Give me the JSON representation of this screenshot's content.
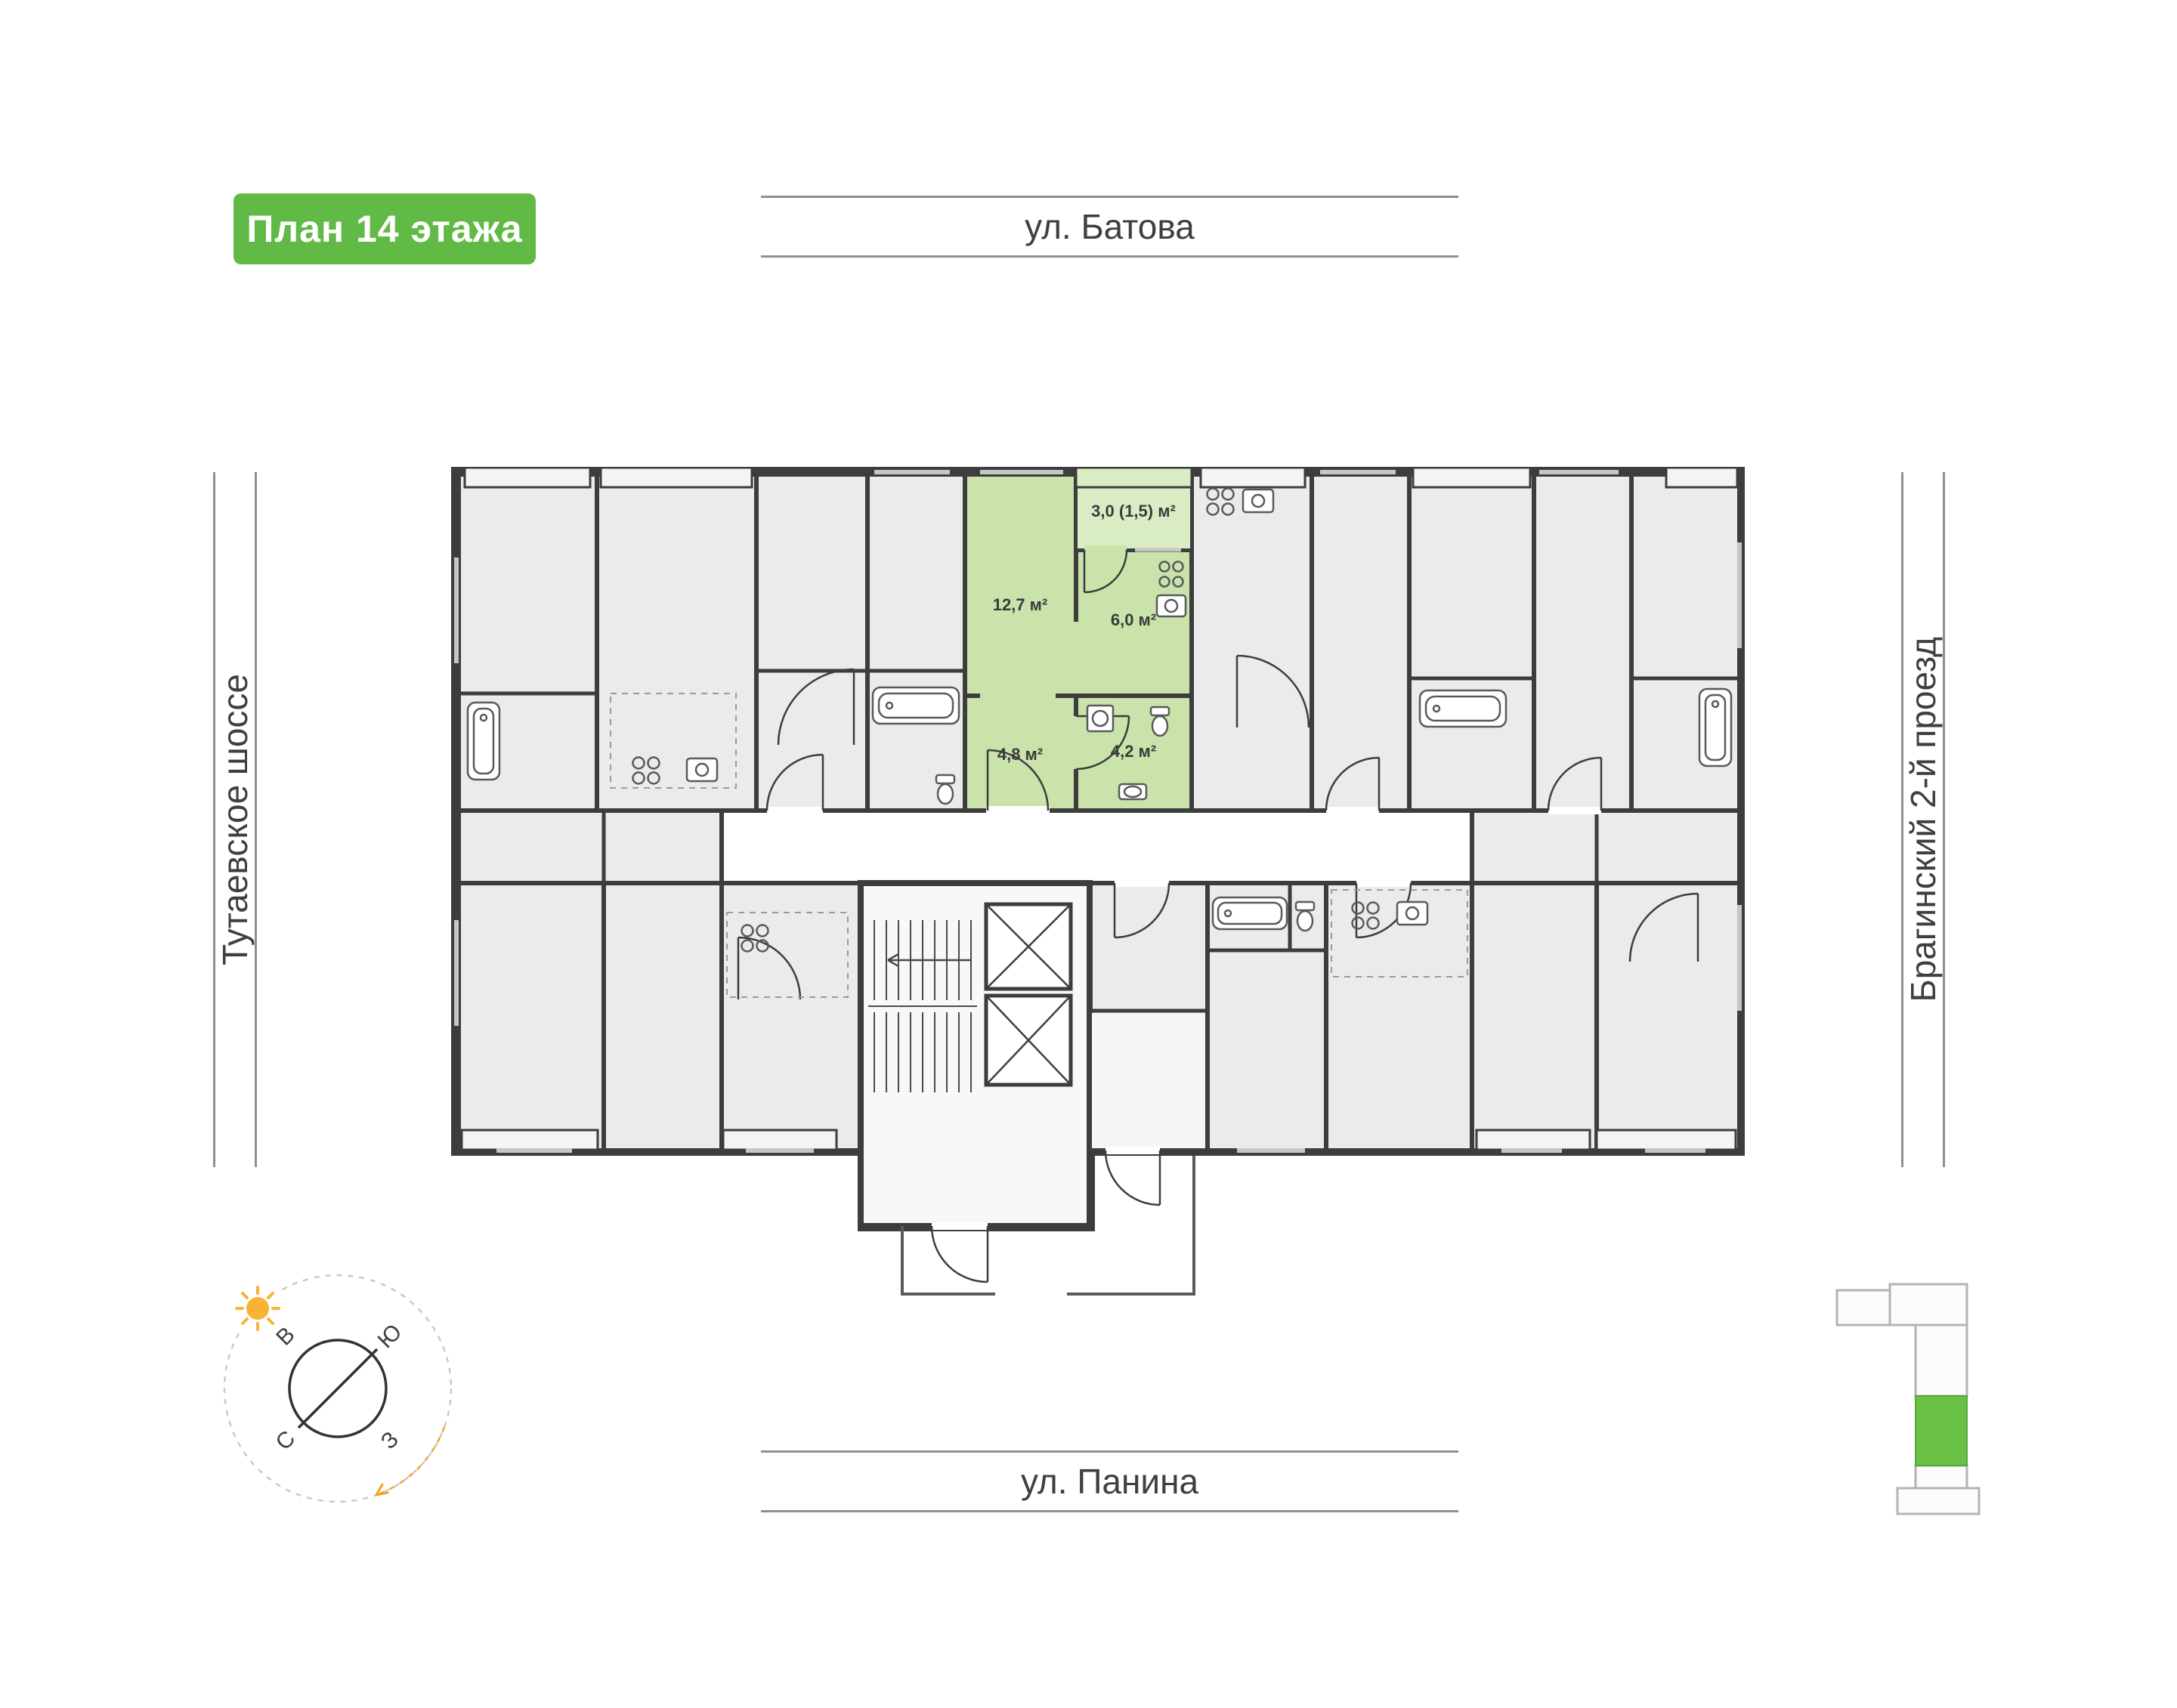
{
  "badge": {
    "label": "План 14 этажа"
  },
  "streets": {
    "top": "ул. Батова",
    "bottom": "ул. Панина",
    "left": "Тутаевское шоссе",
    "right": "Брагинский 2-й проезд"
  },
  "apartment": {
    "living_area": "12,7 м²",
    "kitchen_area": "6,0 м²",
    "hall_area": "4,8 м²",
    "bath_area": "4,2 м²",
    "balcony_area": "3,0 (1,5) м²",
    "highlight_color": "#c9e3ab",
    "balcony_color": "#daecc4"
  },
  "compass": {
    "east": "В",
    "south": "Ю",
    "north": "С",
    "west": "З"
  },
  "colors": {
    "badge_green": "#62ba46",
    "minimap_green": "#6abf45",
    "wall": "#3d3d3d",
    "room_fill": "#ebebeb",
    "sun_orange": "#f9b234",
    "street_line": "#8f8f8f"
  }
}
